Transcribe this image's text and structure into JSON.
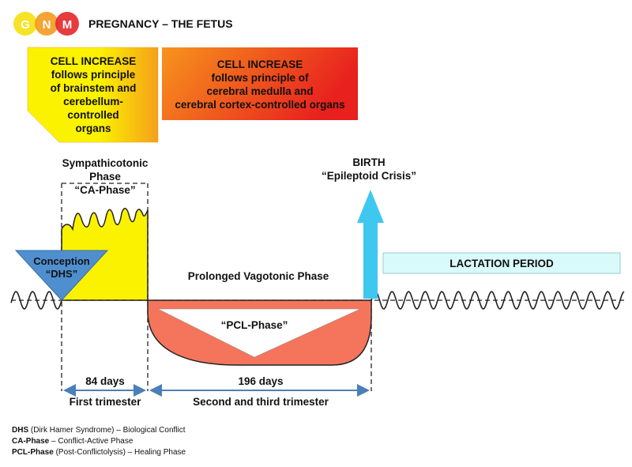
{
  "logo": {
    "letters": [
      "G",
      "N",
      "M"
    ],
    "colors": [
      "#f6e21c",
      "#f39a1e",
      "#e3262a"
    ]
  },
  "title": "PREGNANCY – THE FETUS",
  "box_left": {
    "lines": [
      "CELL INCREASE",
      "follows principle",
      "of brainstem and",
      "cerebellum-",
      "controlled",
      "organs"
    ]
  },
  "box_right": {
    "lines": [
      "CELL INCREASE",
      "follows principle of",
      "cerebral medulla and",
      "cerebral cortex-controlled organs"
    ]
  },
  "sympathicotonic": {
    "lines": [
      "Sympathicotonic",
      "Phase",
      "“CA-Phase”"
    ]
  },
  "conception": {
    "lines": [
      "Conception",
      "“DHS”"
    ]
  },
  "vagotonic": "Prolonged Vagotonic Phase",
  "pcl": "“PCL-Phase”",
  "birth": {
    "lines": [
      "BIRTH",
      "“Epileptoid Crisis”"
    ]
  },
  "lactation": "LACTATION PERIOD",
  "durations": {
    "first_days": "84 days",
    "second_days": "196 days",
    "first_label": "First trimester",
    "second_label": "Second and third trimester"
  },
  "legend": [
    {
      "term": "DHS",
      "desc": " (Dirk Hamer Syndrome) – Biological Conflict"
    },
    {
      "term": "CA-Phase",
      "desc": " – Conflict-Active Phase"
    },
    {
      "term": "PCL-Phase",
      "desc": " (Post-Conflictolysis) – Healing Phase"
    }
  ],
  "colors": {
    "ca": "#fbf200",
    "pcl": "#f4755c",
    "arrow": "#3ec8f0",
    "triangle": "#4f8fd0",
    "lactation": "#d9fafa"
  }
}
